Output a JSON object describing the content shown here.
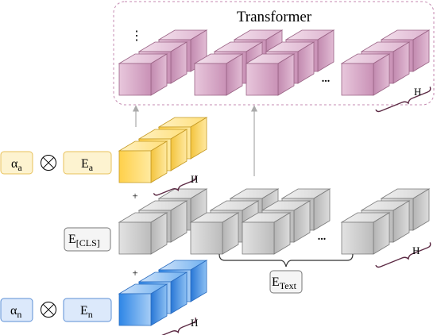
{
  "transformer": {
    "title": "Transformer",
    "h": "H",
    "dots": "...",
    "vdots": "⋮"
  },
  "alpha_a": {
    "base": "α",
    "sub": "a"
  },
  "e_a": {
    "base": "E",
    "sub": "a"
  },
  "alpha_n": {
    "base": "α",
    "sub": "n"
  },
  "e_n": {
    "base": "E",
    "sub": "n"
  },
  "e_cls": {
    "base": "E",
    "sub": "[CLS]"
  },
  "e_text": {
    "base": "E",
    "sub": "Text"
  },
  "yellow_row": {
    "h": "H"
  },
  "gray_row": {
    "h": "H",
    "dots": "..."
  },
  "blue_row": {
    "h": "H"
  },
  "ops": {
    "otimes": "⊗",
    "plus": "+"
  },
  "colors": {
    "transformer_border": "#c48ab0",
    "transformer_text": "#b0679a",
    "yellow_box_fill": "#fdf3d0",
    "yellow_box_border": "#e8c15a",
    "blue_box_fill": "#dce9fb",
    "blue_box_border": "#5b8fd6",
    "gray_box_border": "#777777"
  }
}
